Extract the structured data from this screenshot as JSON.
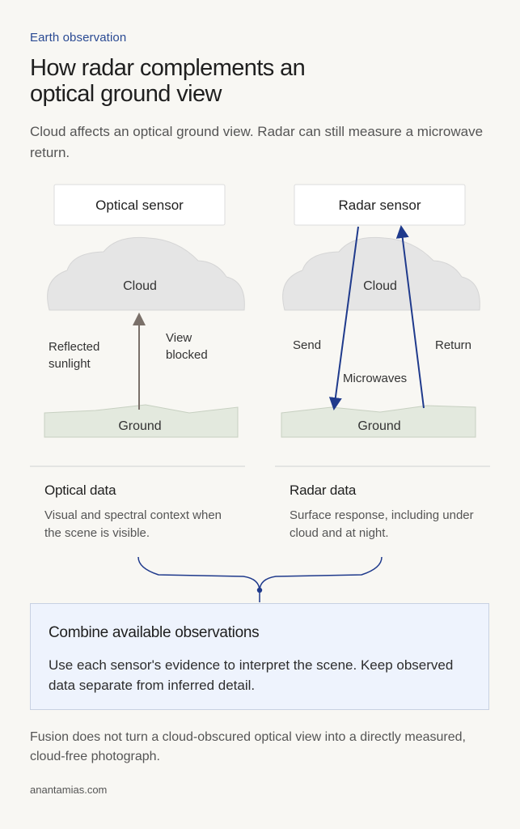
{
  "eyebrow": "Earth observation",
  "title": "How radar complements an optical ground view",
  "intro": "Cloud affects an optical ground view. Radar can still measure a microwave return.",
  "optical": {
    "sensor_label": "Optical sensor",
    "cloud_label": "Cloud",
    "reflected_label_1": "Reflected",
    "reflected_label_2": "sunlight",
    "blocked_label_1": "View",
    "blocked_label_2": "blocked",
    "ground_label": "Ground",
    "data_title": "Optical data",
    "data_text": "Visual and spectral context when the scene is visible."
  },
  "radar": {
    "sensor_label": "Radar sensor",
    "cloud_label": "Cloud",
    "send_label": "Send",
    "return_label": "Return",
    "microwaves_label": "Microwaves",
    "ground_label": "Ground",
    "data_title": "Radar data",
    "data_text": "Surface response, including under cloud and at night."
  },
  "combine": {
    "title": "Combine available observations",
    "text": "Use each sensor's evidence to interpret the scene. Keep observed data separate from inferred detail."
  },
  "footnote": "Fusion does not turn a cloud-obscured optical view into a directly measured, cloud-free photograph.",
  "footer": "anantamias.com",
  "colors": {
    "background": "#f8f7f3",
    "accent": "#2a4a93",
    "cloud": "#e5e5e5",
    "ground": "#e3e9de",
    "box": "#eef3fd"
  }
}
